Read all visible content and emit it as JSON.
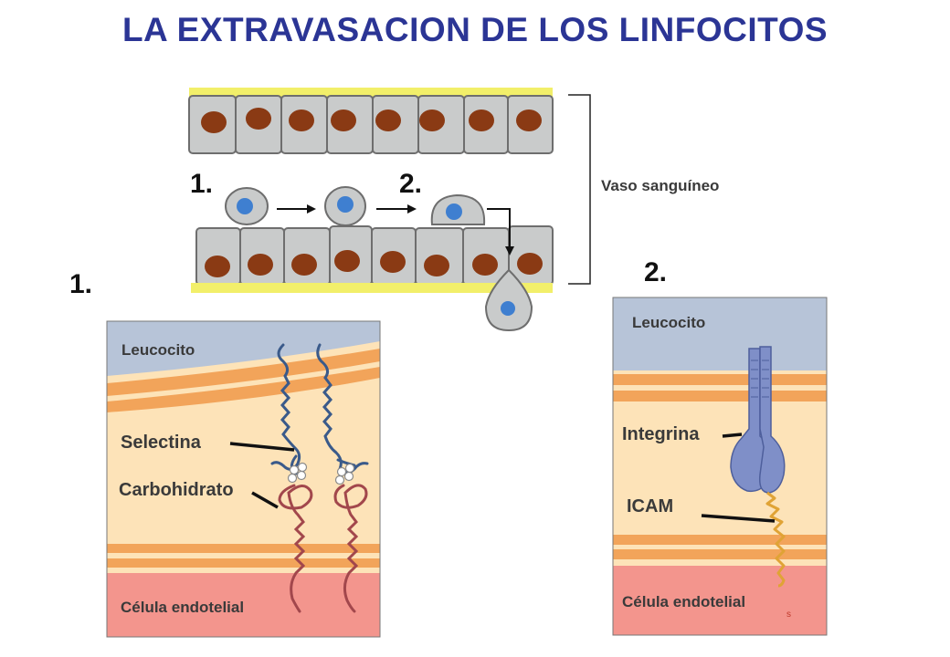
{
  "title": "LA EXTRAVASACION DE LOS LINFOCITOS",
  "vessel": {
    "label": "Vaso sanguíneo",
    "step1": "1.",
    "step2": "2."
  },
  "panel1": {
    "number": "1.",
    "leukocyte": "Leucocito",
    "selectin": "Selectina",
    "carbohydrate": "Carbohidrato",
    "endothelial": "Célula endotelial"
  },
  "panel2": {
    "number": "2.",
    "leukocyte": "Leucocito",
    "integrin": "Integrina",
    "icam": "ICAM",
    "endothelial": "Célula endotelial"
  },
  "colors": {
    "title": "#2b3595",
    "cell_fill": "#c9cbcb",
    "nucleus": "#8a3a14",
    "lymphocyte_nucleus": "#3f7fd0",
    "membrane_yellow": "#f2ef6a",
    "leukocyte_region": "#b7c4d8",
    "orange_band": "#f2a45a",
    "cytoplasm": "#fde3b8",
    "endothelial_region": "#f3958d",
    "selectin": "#3a5a8a",
    "carbohydrate": "#a2474c",
    "integrin": "#7f8fc8",
    "icam": "#e0a335"
  }
}
